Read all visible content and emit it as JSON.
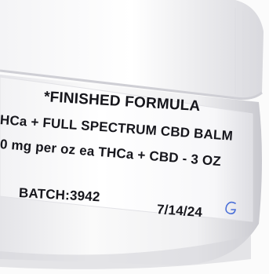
{
  "label": {
    "line1": "*FINISHED FORMULA",
    "line2": "HCa + FULL SPECTRUM CBD BALM",
    "line3": "0 mg per oz ea THCa + CBD - 3 OZ",
    "batch": "BATCH:3942",
    "date": "7/14/24"
  },
  "colors": {
    "jar": "#ececef",
    "label_paper": "#fdfdfd",
    "ink": "#16161c",
    "handwriting_ink": "#4a6fd8"
  }
}
